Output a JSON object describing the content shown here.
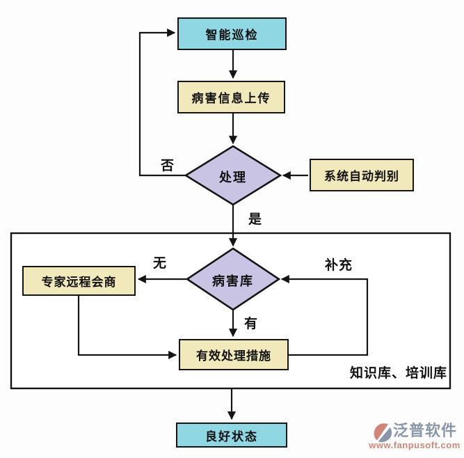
{
  "diagram": {
    "nodes": {
      "inspect": {
        "label": "智能巡检"
      },
      "upload": {
        "label": "病害信息上传"
      },
      "process": {
        "label": "处理"
      },
      "judge": {
        "label": "系统自动判别"
      },
      "db": {
        "label": "病害库"
      },
      "expert": {
        "label": "专家远程会商"
      },
      "measures": {
        "label": "有效处理措施"
      },
      "good": {
        "label": "良好状态"
      }
    },
    "container_label": "知识库、培训库",
    "edge_labels": {
      "no": "否",
      "yes": "是",
      "none": "无",
      "have": "有",
      "supplement": "补充"
    },
    "edges": [
      {
        "from": "inspect",
        "to": "upload",
        "label": ""
      },
      {
        "from": "upload",
        "to": "process",
        "label": ""
      },
      {
        "from": "judge",
        "to": "process",
        "label": ""
      },
      {
        "from": "process",
        "to": "inspect",
        "label": "否"
      },
      {
        "from": "process",
        "to": "db",
        "label": "是"
      },
      {
        "from": "db",
        "to": "expert",
        "label": "无"
      },
      {
        "from": "db",
        "to": "measures",
        "label": "有"
      },
      {
        "from": "expert",
        "to": "measures",
        "label": ""
      },
      {
        "from": "measures",
        "to": "db",
        "label": "补充"
      },
      {
        "from": "container",
        "to": "good",
        "label": ""
      }
    ],
    "colors": {
      "cyan": "#8fd7e3",
      "cream": "#f1e8bb",
      "purple": "#c9c3e4",
      "line": "#141414",
      "canvas": "#fdfdfd"
    }
  },
  "watermark": {
    "brand": "泛普软件",
    "url": "www.fanpusoft.com",
    "brand_color": "#8996aa",
    "accent_color": "#cf8679"
  }
}
